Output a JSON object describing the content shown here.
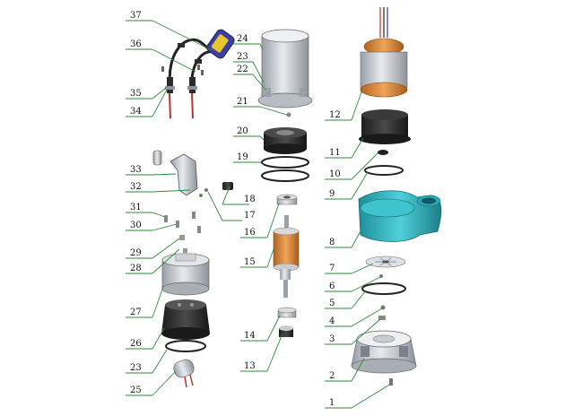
{
  "diagram": {
    "callouts": [
      {
        "id": "c1",
        "number": "1"
      },
      {
        "id": "c2",
        "number": "2"
      },
      {
        "id": "c3",
        "number": "3"
      },
      {
        "id": "c4",
        "number": "4"
      },
      {
        "id": "c5",
        "number": "5"
      },
      {
        "id": "c6",
        "number": "6"
      },
      {
        "id": "c7",
        "number": "7"
      },
      {
        "id": "c8",
        "number": "8"
      },
      {
        "id": "c9",
        "number": "9"
      },
      {
        "id": "c10",
        "number": "10"
      },
      {
        "id": "c11",
        "number": "11"
      },
      {
        "id": "c12",
        "number": "12"
      },
      {
        "id": "c13",
        "number": "13"
      },
      {
        "id": "c14",
        "number": "14"
      },
      {
        "id": "c15",
        "number": "15"
      },
      {
        "id": "c16",
        "number": "16"
      },
      {
        "id": "c17",
        "number": "17"
      },
      {
        "id": "c18",
        "number": "18"
      },
      {
        "id": "c19",
        "number": "19"
      },
      {
        "id": "c20",
        "number": "20"
      },
      {
        "id": "c21",
        "number": "21"
      },
      {
        "id": "c22",
        "number": "22"
      },
      {
        "id": "c23a",
        "number": "23"
      },
      {
        "id": "c24",
        "number": "24"
      },
      {
        "id": "c25",
        "number": "25"
      },
      {
        "id": "c26",
        "number": "26"
      },
      {
        "id": "c23b",
        "number": "23"
      },
      {
        "id": "c27",
        "number": "27"
      },
      {
        "id": "c28",
        "number": "28"
      },
      {
        "id": "c29",
        "number": "29"
      },
      {
        "id": "c30",
        "number": "30"
      },
      {
        "id": "c31",
        "number": "31"
      },
      {
        "id": "c32",
        "number": "32"
      },
      {
        "id": "c33",
        "number": "33"
      },
      {
        "id": "c34",
        "number": "34"
      },
      {
        "id": "c35",
        "number": "35"
      },
      {
        "id": "c36",
        "number": "36"
      },
      {
        "id": "c37",
        "number": "37"
      }
    ],
    "colors": {
      "leader": "#2e8b3a",
      "label": "#111111",
      "metal": "#c9cdd3",
      "metal_dark": "#7d828a",
      "rubber": "#2c2c2c",
      "copper": "#d98a3c",
      "pump_body": "#35b8c3",
      "cable_blue": "#3a3fa0",
      "cable_yellow": "#e8c630",
      "wire_red": "#b3342c"
    }
  }
}
